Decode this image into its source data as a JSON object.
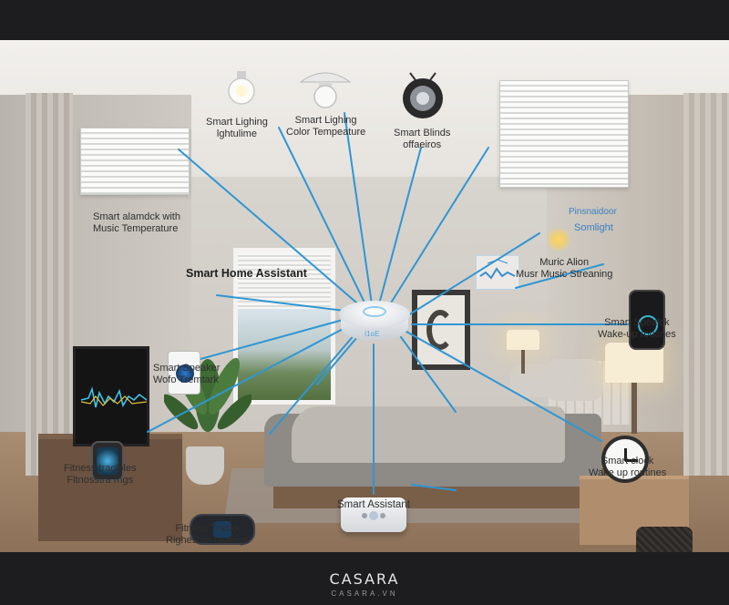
{
  "brand": {
    "name": "CASARA",
    "domain": "CASARA.VN"
  },
  "labels": {
    "smart_lighting_1": "Smart Lighing\nlghtulime",
    "smart_lighting_2": "Smart Lighing\nColor Tempeature",
    "smart_blinds": "Smart Blinds\noffaeiros",
    "alarm_clock": "Smart alamdck with\nMusic Temperature",
    "home_assistant": "Smart Home Assistant",
    "sunlight_top": "Pinsnaidoor",
    "sunlight": "Somlight",
    "music_alion": "Muric Alion\nMusr Music Streaning",
    "speaker_right": "Smart Spealck\nWake-up routines",
    "speaker_left": "Smart Speaker\nWofo Tremtark",
    "fitness_left": "Fitness tracloles\nFltnosstra rngs",
    "smart_assistant": "Smart Assistant",
    "fitness_bottom": "Fitness Trackk\nRighestao raotings",
    "smart_clock": "Smart clock\nWake up routines"
  },
  "devices": {
    "hub_display": "I1ɢE"
  },
  "colors": {
    "connector": "#2f96d3",
    "accent_text": "#3b7fc4"
  }
}
